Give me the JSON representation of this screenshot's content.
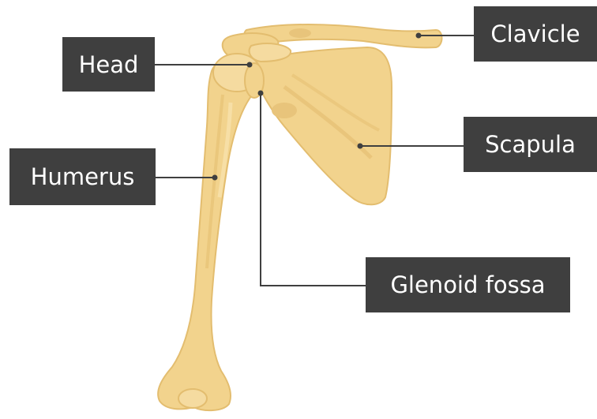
{
  "labels": {
    "head": "Head",
    "humerus": "Humerus",
    "clavicle": "Clavicle",
    "scapula": "Scapula",
    "glenoid_fossa": "Glenoid fossa"
  },
  "colors": {
    "bone": "#f2d38d",
    "bone_shade": "#e3bd6f",
    "bone_light": "#f8e2ad",
    "label_bg": "#3f3f3f",
    "label_text": "#ffffff",
    "leader_line": "#3f3f3f"
  }
}
